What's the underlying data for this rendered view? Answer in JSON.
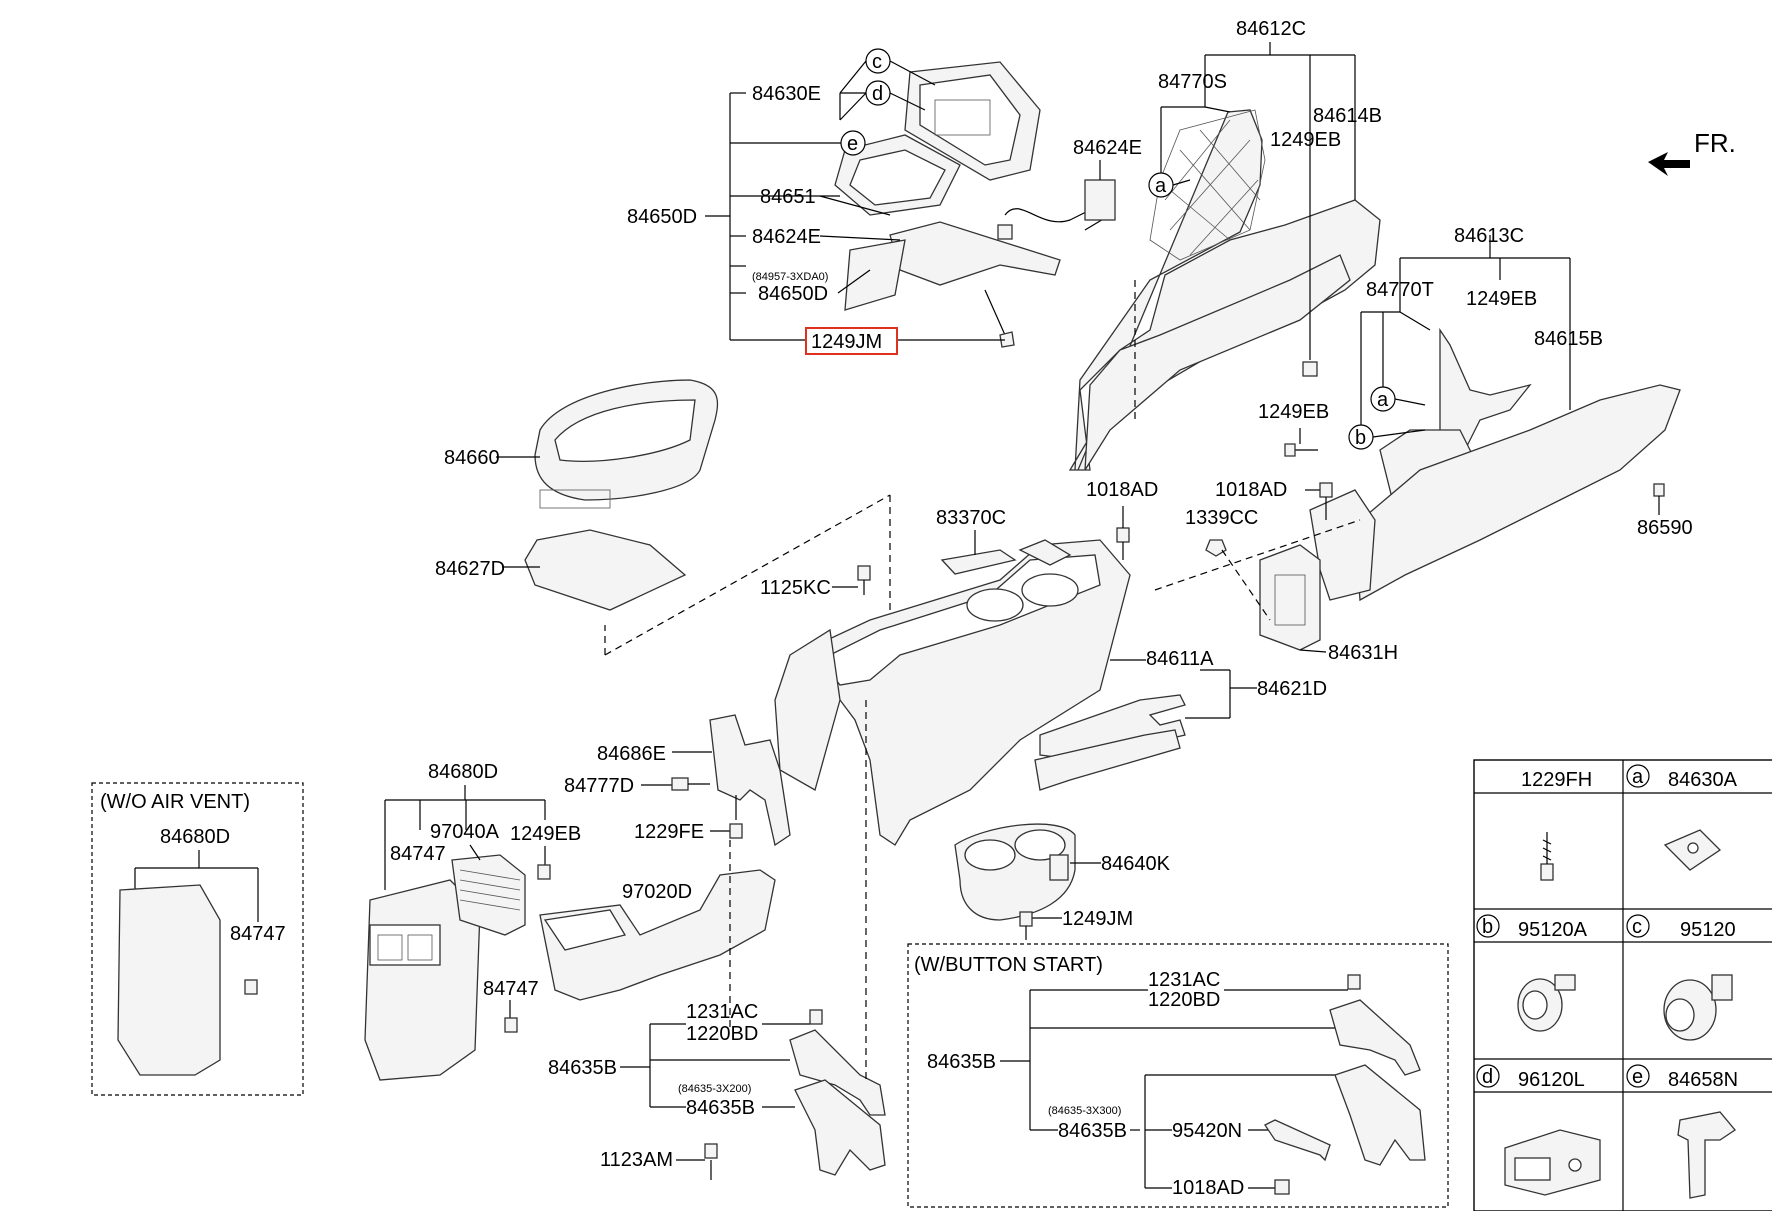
{
  "diagram": {
    "direction_label": "FR.",
    "labels": {
      "p84612C": "84612C",
      "p84770S": "84770S",
      "p84614B": "84614B",
      "p1249EB_top": "1249EB",
      "p84630E": "84630E",
      "p84650D": "84650D",
      "p84651": "84651",
      "p84624E_left": "84624E",
      "p84624E_right": "84624E",
      "p84957": "(84957-3XDA0)",
      "p84650D_2": "84650D",
      "p1249JM_top": "1249JM",
      "p84613C": "84613C",
      "p84770T": "84770T",
      "p1249EB_r": "1249EB",
      "p84615B": "84615B",
      "p84660": "84660",
      "p84627D": "84627D",
      "p1249EB_mid": "1249EB",
      "p1018AD_a": "1018AD",
      "p1018AD_b": "1018AD",
      "p86590": "86590",
      "p83370C": "83370C",
      "p1339CC": "1339CC",
      "p1125KC": "1125KC",
      "p84611A": "84611A",
      "p84621D": "84621D",
      "p84631H": "84631H",
      "p84686E": "84686E",
      "p84777D": "84777D",
      "p1229FE": "1229FE",
      "p84680D_main": "84680D",
      "p97040A": "97040A",
      "p1249EB_low": "1249EB",
      "p84747_a": "84747",
      "p84747_b": "84747",
      "p97020D": "97020D",
      "p84640K": "84640K",
      "p1249JM_low": "1249JM",
      "p1231AC_a": "1231AC",
      "p1220BD_a": "1220BD",
      "p84635B_a": "84635B",
      "p84635_3X200": "(84635-3X200)",
      "p84635B_b": "84635B",
      "p1123AM": "1123AM",
      "p1231AC_b": "1231AC",
      "p1220BD_b": "1220BD",
      "p84635B_c": "84635B",
      "p84635_3X300": "(84635-3X300)",
      "p84635B_d": "84635B",
      "p95420N": "95420N",
      "p1018AD_c": "1018AD"
    },
    "inset_wo_air_vent": {
      "title": "(W/O AIR VENT)",
      "p84680D": "84680D",
      "p84747": "84747"
    },
    "inset_button_start": {
      "title": "(W/BUTTON START)"
    },
    "callout_letters": {
      "a": "a",
      "b": "b",
      "c": "c",
      "d": "d",
      "e": "e"
    },
    "highlighted_part": "1249JM",
    "highlight_color": "#e0301e",
    "legend_table": {
      "cells": [
        {
          "letter": "",
          "part": "1229FH"
        },
        {
          "letter": "a",
          "part": "84630A"
        },
        {
          "letter": "b",
          "part": "95120A"
        },
        {
          "letter": "c",
          "part": "95120"
        },
        {
          "letter": "d",
          "part": "96120L"
        },
        {
          "letter": "e",
          "part": "84658N"
        }
      ]
    }
  }
}
